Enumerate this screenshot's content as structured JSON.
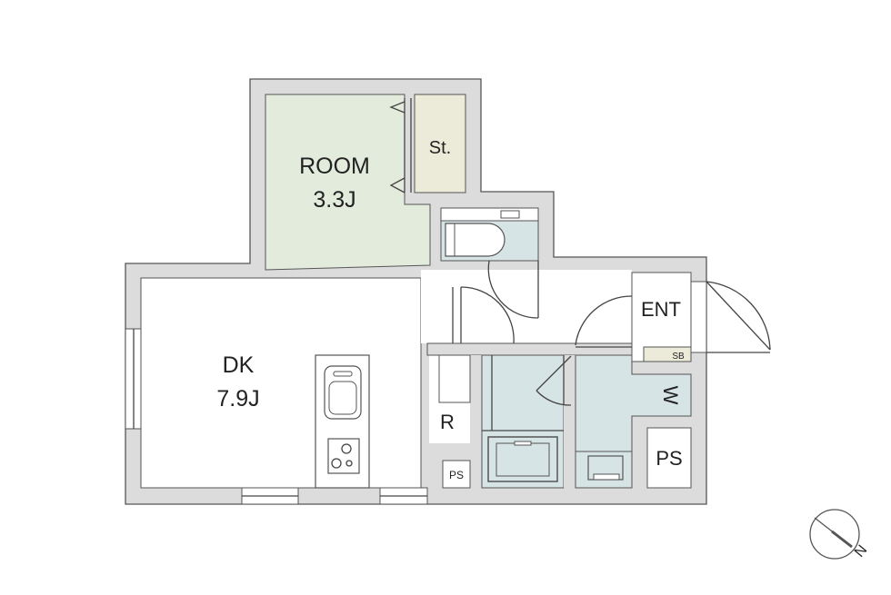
{
  "rooms": {
    "room": {
      "name": "ROOM",
      "size": "3.3J"
    },
    "storage": "St.",
    "dk": {
      "name": "DK",
      "size": "7.9J"
    },
    "fridge": "R",
    "ps_small": "PS",
    "ps_large": "PS",
    "entrance": "ENT",
    "shoe_box": "SB",
    "closet": "W"
  },
  "compass": {
    "label": "N"
  },
  "colors": {
    "wall": "#dcdcdc",
    "room_floor": "#e3ebdc",
    "storage_floor": "#ecead9",
    "wet_floor": "#d7e4e5",
    "line": "#444444"
  }
}
